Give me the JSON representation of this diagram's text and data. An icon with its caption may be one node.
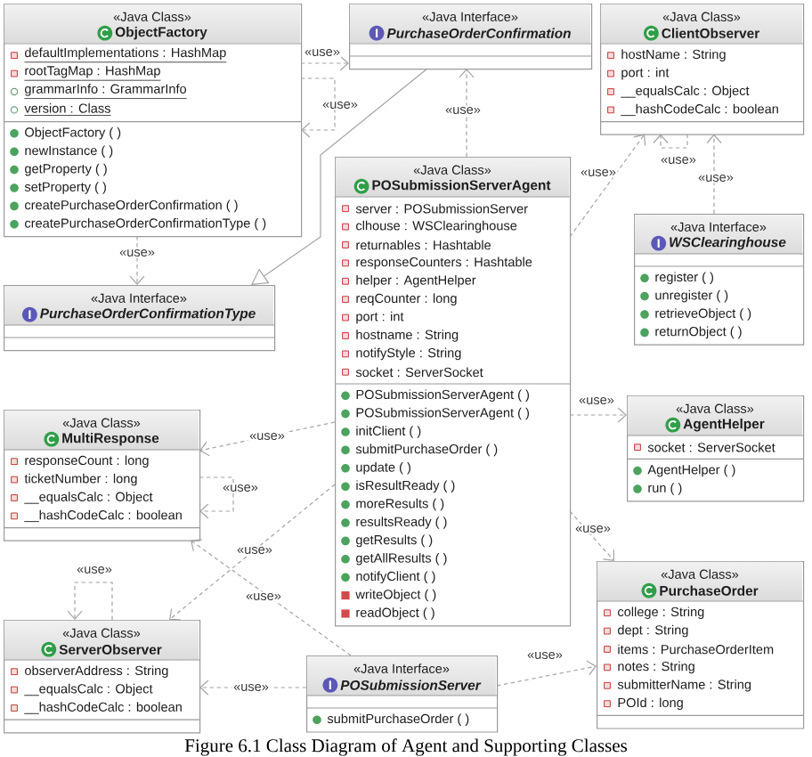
{
  "diagram": {
    "caption": "Figure 6.1 Class Diagram of Agent and Supporting Classes",
    "nodes": [
      {
        "text": [
          "«Java Class»",
          "ObjectFactory",
          "defaultImplementations : HashMap",
          "rootTagMap : HashMap",
          "grammarInfo : GrammarInfo",
          "version : Class",
          "ObjectFactory ( )",
          "newInstance ( )",
          "getProperty ( )",
          "setProperty ( )",
          "createPurchaseOrderConfirmation ( )",
          "createPurchaseOrderConfirmationType ( )"
        ]
      },
      {
        "text": [
          "«Java Interface»",
          "PurchaseOrderConfirmation"
        ]
      },
      {
        "text": [
          "«Java Class»",
          "ClientObserver",
          "hostName : String",
          "port : int",
          "__equalsCalc : Object",
          "__hashCodeCalc : boolean"
        ]
      },
      {
        "text": [
          "«Java Class»",
          "POSubmissionServerAgent",
          "server : POSubmissionServer",
          "clhouse : WSClearinghouse",
          "returnables : Hashtable",
          "responseCounters : Hashtable",
          "helper : AgentHelper",
          "reqCounter : long",
          "port : int",
          "hostname : String",
          "notifyStyle : String",
          "socket : ServerSocket",
          "POSubmissionServerAgent ( )",
          "POSubmissionServerAgent ( )",
          "initClient ( )",
          "submitPurchaseOrder ( )",
          "update ( )",
          "isResultReady ( )",
          "moreResults ( )",
          "resultsReady ( )",
          "getResults ( )",
          "getAllResults ( )",
          "notifyClient ( )",
          "writeObject ( )",
          "readObject ( )"
        ]
      },
      {
        "text": [
          "«Java Interface»",
          "WSClearinghouse",
          "register ( )",
          "unregister ( )",
          "retrieveObject ( )",
          "returnObject ( )"
        ]
      },
      {
        "text": [
          "«Java Interface»",
          "PurchaseOrderConfirmationType"
        ]
      },
      {
        "text": [
          "«Java Class»",
          "AgentHelper",
          "socket : ServerSocket",
          "AgentHelper ( )",
          "run ( )"
        ]
      },
      {
        "text": [
          "«Java Class»",
          "MultiResponse",
          "responseCount : long",
          "ticketNumber : long",
          "__equalsCalc : Object",
          "__hashCodeCalc : boolean"
        ]
      },
      {
        "text": [
          "«Java Class»",
          "PurchaseOrder",
          "college : String",
          "dept : String",
          "items : PurchaseOrderItem",
          "notes : String",
          "submitterName : String",
          "POId : long"
        ]
      },
      {
        "text": [
          "«Java Class»",
          "ServerObserver",
          "observerAddress : String",
          "__equalsCalc : Object",
          "__hashCodeCalc : boolean"
        ]
      },
      {
        "text": [
          "«Java Interface»",
          "POSubmissionServer",
          "submitPurchaseOrder ( )"
        ]
      }
    ],
    "edges": [
      {
        "from": 0,
        "to": 1,
        "arrow": "to",
        "label": "«use»",
        "style": "dashed"
      },
      {
        "from": 0,
        "to": 0,
        "arrow": "to",
        "label": "«use»",
        "style": "dashed"
      },
      {
        "from": 0,
        "to": 5,
        "arrow": "to",
        "label": "«use»",
        "style": "dashed"
      },
      {
        "from": 1,
        "to": 5,
        "arrow": "to"
      },
      {
        "from": 3,
        "to": 1,
        "arrow": "to",
        "label": "«use»",
        "style": "dashed"
      },
      {
        "from": 3,
        "to": 2,
        "arrow": "to",
        "label": "«use»",
        "style": "dashed"
      },
      {
        "from": 2,
        "to": 2,
        "arrow": "to",
        "label": "«use»",
        "style": "dashed"
      },
      {
        "from": 4,
        "to": 2,
        "arrow": "to",
        "label": "«use»",
        "style": "dashed"
      },
      {
        "from": 3,
        "to": 6,
        "arrow": "to",
        "label": "«use»",
        "style": "dashed"
      },
      {
        "from": 3,
        "to": 7,
        "arrow": "to",
        "label": "«use»",
        "style": "dashed"
      },
      {
        "from": 7,
        "to": 7,
        "arrow": "to",
        "label": "«use»",
        "style": "dashed"
      },
      {
        "from": 3,
        "to": 9,
        "arrow": "to",
        "label": "«use»",
        "style": "dashed"
      },
      {
        "from": 10,
        "to": 7,
        "arrow": "to",
        "label": "«use»",
        "style": "dashed"
      },
      {
        "from": 9,
        "to": 9,
        "arrow": "to",
        "label": "«use»",
        "style": "dashed"
      },
      {
        "from": 10,
        "to": 9,
        "arrow": "to",
        "label": "«use»",
        "style": "dashed"
      },
      {
        "from": 3,
        "to": 8,
        "arrow": "to",
        "label": "«use»",
        "style": "dashed"
      },
      {
        "from": 10,
        "to": 8,
        "arrow": "to",
        "label": "«use»",
        "style": "dashed"
      }
    ]
  }
}
